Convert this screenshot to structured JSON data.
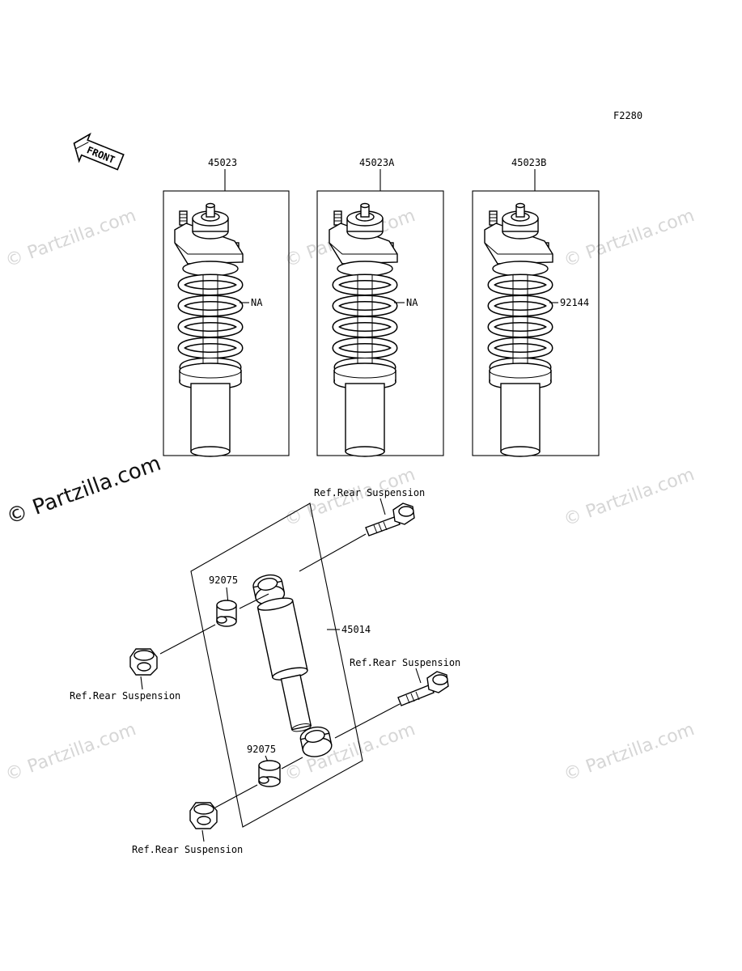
{
  "figure_code": "F2280",
  "front_arrow_label": "FRONT",
  "watermark": "© Partzilla.com",
  "assemblies": {
    "a": {
      "part_no": "45023",
      "spring_label": "NA"
    },
    "b": {
      "part_no": "45023A",
      "spring_label": "NA"
    },
    "c": {
      "part_no": "45023B",
      "spring_label": "92144"
    }
  },
  "rear_shock": {
    "part_no": "45014",
    "bushing_upper": "92075",
    "bushing_lower": "92075",
    "ref_upper_bolt": "Ref.Rear Suspension",
    "ref_upper_nut": "Ref.Rear Suspension",
    "ref_lower_bolt": "Ref.Rear Suspension",
    "ref_lower_nut": "Ref.Rear Suspension"
  }
}
